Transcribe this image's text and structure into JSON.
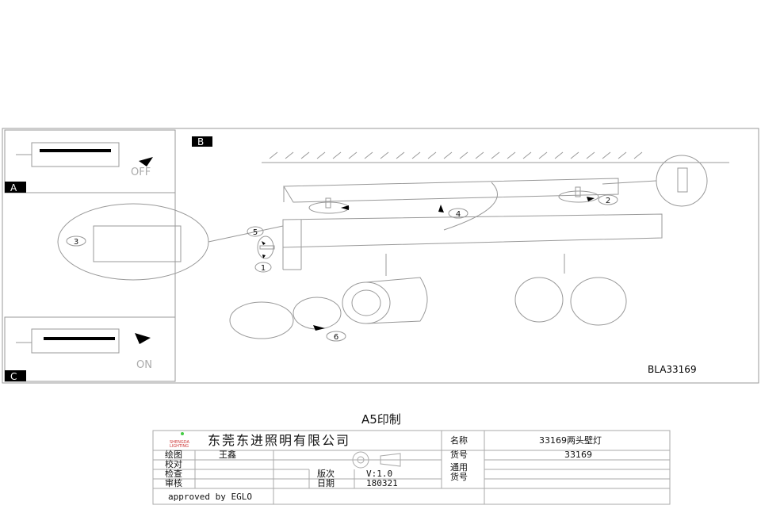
{
  "drawing": {
    "panel_labels": {
      "a": "A",
      "b": "B",
      "c": "C"
    },
    "switch_off": "OFF",
    "switch_on": "ON",
    "callouts": [
      "1",
      "2",
      "3",
      "4",
      "5",
      "6"
    ],
    "model_code": "BLA33169"
  },
  "title_block": {
    "print_size": "A5印制",
    "logo_text": "SHENGDA LIGHTING",
    "company": "东莞东进照明有限公司",
    "rows": {
      "draw_label": "绘图",
      "draw_value": "王鑫",
      "proof_label": "校对",
      "check_label": "检查",
      "review_label": "审核",
      "version_label": "版次",
      "version_value": "V:1.0",
      "date_label": "日期",
      "date_value": "180321",
      "name_label": "名称",
      "name_value": "33169两头壁灯",
      "item_label": "货号",
      "item_value": "33169",
      "general_item_label": "通用\n货号"
    },
    "approved": "approved by EGLO"
  }
}
